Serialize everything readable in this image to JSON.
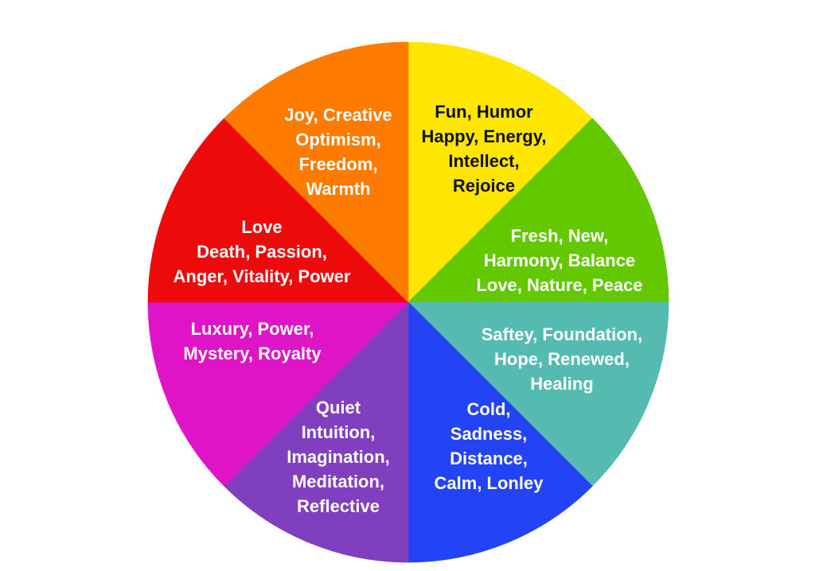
{
  "wheel": {
    "segments": [
      {
        "id": "yellow",
        "color": "#FFE600",
        "text_color": "#111111",
        "lines": [
          "Fun, Humor",
          "Happy, Energy,",
          "Intellect,",
          "Rejoice"
        ]
      },
      {
        "id": "green",
        "color": "#63C800",
        "text_color": "#FFFFFF",
        "lines": [
          "Fresh, New,",
          "Harmony, Balance",
          "Love, Nature, Peace"
        ]
      },
      {
        "id": "teal",
        "color": "#55BBB0",
        "text_color": "#FFFFFF",
        "lines": [
          "Saftey, Foundation,",
          "Hope, Renewed,",
          "Healing"
        ]
      },
      {
        "id": "blue",
        "color": "#2244F5",
        "text_color": "#FFFFFF",
        "lines": [
          "Cold,",
          "Sadness,",
          "Distance,",
          "Calm, Lonley"
        ]
      },
      {
        "id": "purple",
        "color": "#7F3FBF",
        "text_color": "#FFFFFF",
        "lines": [
          "Quiet",
          "Intuition,",
          "Imagination,",
          "Meditation,",
          "Reflective"
        ]
      },
      {
        "id": "magenta",
        "color": "#DF14C6",
        "text_color": "#FFFFFF",
        "lines": [
          "Luxury, Power,",
          "Mystery, Royalty"
        ]
      },
      {
        "id": "red",
        "color": "#EE0A0A",
        "text_color": "#FFFFFF",
        "lines": [
          "Love",
          "Death, Passion,",
          "Anger, Vitality, Power"
        ]
      },
      {
        "id": "orange",
        "color": "#FF7B00",
        "text_color": "#FFFFFF",
        "lines": [
          "Joy, Creative",
          "Optimism,",
          "Freedom,",
          "Warmth"
        ]
      }
    ]
  }
}
